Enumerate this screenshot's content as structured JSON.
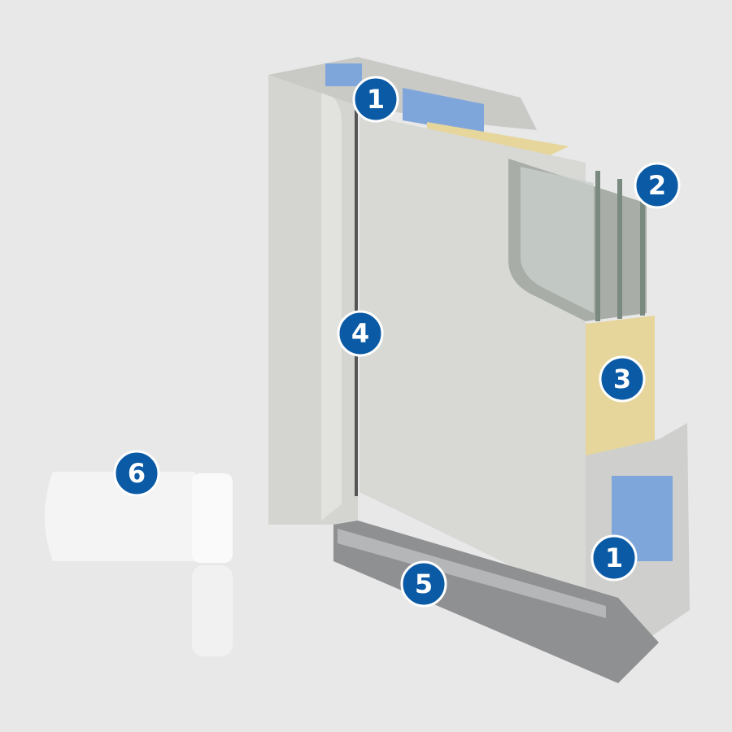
{
  "colors": {
    "background": "#e8e8e8",
    "callout_fill": "#0a5aa5",
    "callout_border": "#ffffff",
    "profile_blue": "#7fa6da",
    "insulation": "#e6d69c",
    "panel": "#d6d6d3",
    "threshold": "#8f9092"
  },
  "callouts": [
    {
      "label": "1",
      "part": "frame-profile-top"
    },
    {
      "label": "2",
      "part": "glazing"
    },
    {
      "label": "3",
      "part": "insulation"
    },
    {
      "label": "4",
      "part": "gasket"
    },
    {
      "label": "5",
      "part": "threshold"
    },
    {
      "label": "6",
      "part": "hinge"
    },
    {
      "label": "1",
      "part": "frame-profile-bottom"
    }
  ]
}
